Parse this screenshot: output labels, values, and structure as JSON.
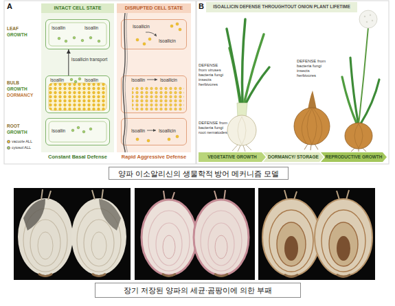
{
  "diagram": {
    "nodes": [
      {
        "text": [
          "INTACT CELL STATE"
        ]
      },
      {
        "text": [
          "DISRUPTED CELL STATE"
        ]
      },
      {
        "text": [
          "Isoallin",
          "Isoallin"
        ]
      },
      {
        "text": [
          "Isoallicin",
          "Isoallicin"
        ]
      },
      {
        "text": [
          "Isoallin",
          "Isoallin"
        ]
      },
      {
        "text": [
          "Isoallin",
          "Isoallicin"
        ]
      },
      {
        "text": [
          "Isoallin"
        ]
      },
      {
        "text": [
          "Isoallin",
          "Isoallicin"
        ]
      },
      {
        "text": [
          "VEGETATIVE GROWTH"
        ]
      },
      {
        "text": [
          "DORMANCY/ STORAGE"
        ]
      },
      {
        "text": [
          "REPRODUCTIVE GROWTH"
        ]
      },
      {
        "text": [
          "양파 이소알리신의 생물학적 방어 메커니즘 모델"
        ]
      },
      {
        "text": [
          "장기 저장된 양파의 세균·곰팡이에 의한 부패"
        ]
      }
    ],
    "edges": [
      {
        "from": 4,
        "to": 2,
        "arrow": "to",
        "label": "Isoallicin transport"
      }
    ],
    "labels": [
      "A",
      "LEAF",
      "GROWTH",
      "BULB",
      "GROWTH",
      "DORMANCY",
      "ROOT",
      "GROWTH",
      "Constant Basal Defense",
      "Rapid Aggressive Defense",
      "B",
      "ISOALLICIN DEFENSE THROUGHTOUT ONION PLANT LIFETIME",
      "DEFENSE from viruses bacteria fungi insects herbivores",
      "DEFENSE from bacteria fungi root nematodes",
      "DEFENSE from bacteria fungi insects herbivores"
    ],
    "legend": [
      {
        "text": "vacuole ALL",
        "color": "#f2c12e"
      },
      {
        "text": "cytosol ALL",
        "color": "#a6d06a"
      }
    ]
  }
}
